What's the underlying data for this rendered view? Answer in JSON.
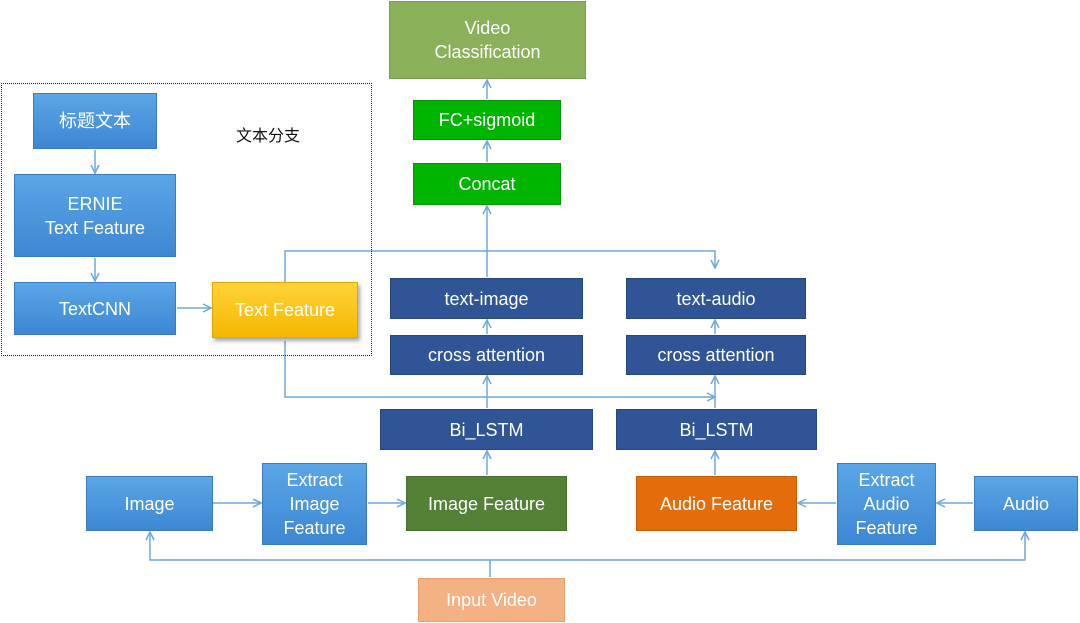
{
  "branch": {
    "label": "文本分支"
  },
  "nodes": {
    "title_text": "标题文本",
    "ernie": "ERNIE\nText Feature",
    "textcnn": "TextCNN",
    "text_feature": "Text Feature",
    "video_classification": "Video\nClassification",
    "fc_sigmoid": "FC+sigmoid",
    "concat": "Concat",
    "text_image": "text-image",
    "text_audio": "text-audio",
    "cross_attention_image": "cross attention",
    "cross_attention_audio": "cross attention",
    "bilstm_image": "Bi_LSTM",
    "bilstm_audio": "Bi_LSTM",
    "image": "Image",
    "extract_image": "Extract\nImage\nFeature",
    "image_feature": "Image Feature",
    "audio_feature": "Audio Feature",
    "extract_audio": "Extract\nAudio\nFeature",
    "audio": "Audio",
    "input_video": "Input Video"
  },
  "colors": {
    "arrow": "#6fa8dc",
    "blue_box": "#4a96de",
    "navy_box": "#2f5597",
    "green_box": "#00b400",
    "olive_box": "#8ab05a",
    "image_feature_box": "#538135",
    "audio_feature_box": "#e46c0a",
    "input_video_box": "#f4b183",
    "text_feature_box": "#ffc000"
  }
}
